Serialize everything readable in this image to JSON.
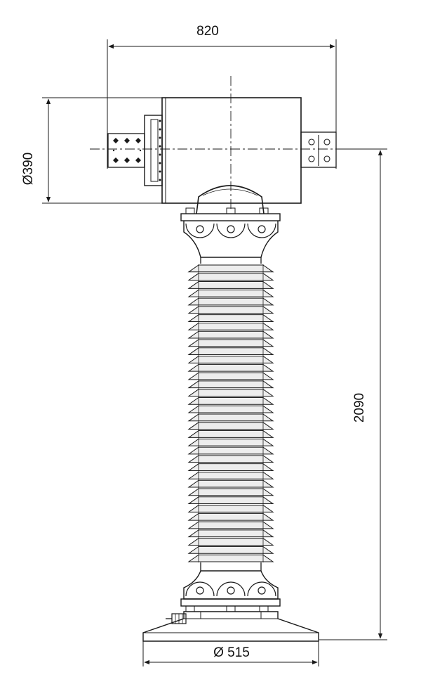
{
  "dimensions": {
    "overall_width": "820",
    "head_diameter": "Ø390",
    "height": "2090",
    "base_diameter": "Ø 515"
  },
  "shed_count": 36,
  "colors": {
    "line": "#1a1a1a",
    "shed_fill": "#ededed",
    "background": "#ffffff"
  }
}
